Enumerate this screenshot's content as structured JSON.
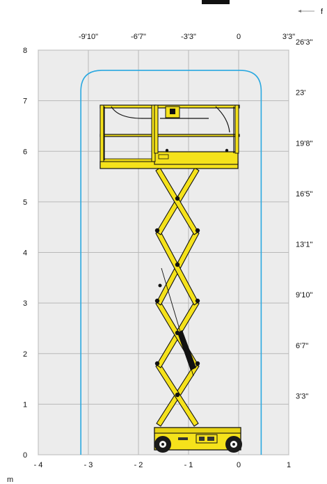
{
  "chart_data": {
    "type": "working-envelope",
    "x_metric": {
      "min": -4,
      "max": 1,
      "ticks": [
        -4,
        -3,
        -2,
        -1,
        0,
        1
      ],
      "labels": [
        "- 4",
        "- 3",
        "- 2",
        "- 1",
        "0",
        "1"
      ]
    },
    "y_metric": {
      "min": 0,
      "max": 8,
      "ticks": [
        0,
        1,
        2,
        3,
        4,
        5,
        6,
        7,
        8
      ],
      "labels": [
        "0",
        "1",
        "2",
        "3",
        "4",
        "5",
        "6",
        "7",
        "8"
      ]
    },
    "x_imperial": {
      "ticks": [
        -3,
        -2,
        -1,
        0,
        1
      ],
      "labels": [
        "-9'10\"",
        "-6'7\"",
        "-3'3\"",
        "0",
        "3'3\""
      ]
    },
    "y_imperial": {
      "ticks": [
        1,
        2,
        3,
        4,
        5,
        6,
        7,
        8
      ],
      "labels": [
        "3'3\"",
        "6'7\"",
        "9'10\"",
        "13'1\"",
        "16'5\"",
        "19'8\"",
        "23'",
        "26'3\""
      ]
    },
    "envelope": {
      "x_left": -3.15,
      "x_right": 0.45,
      "top": 7.6,
      "color": "#2aa8e0"
    },
    "grid": true,
    "machine_color": "#f5e21b"
  },
  "labels": {
    "metric_unit": "m",
    "imperial_unit": "f"
  }
}
